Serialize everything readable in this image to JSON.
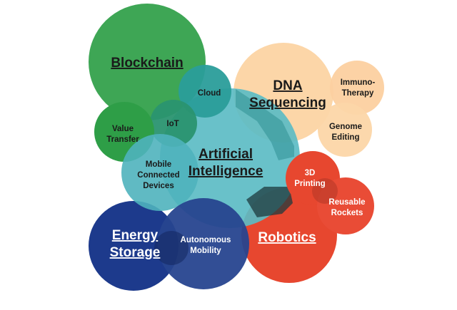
{
  "colors": {
    "blockchain": "#2e9e47",
    "dna": "#fcd6a8",
    "ai": "#4bb5bf",
    "robotics": "#e7472f",
    "energy": "#1d3a8c",
    "dark_teal": "#1f8a8c",
    "dark_overlap": "#1e4a52"
  },
  "labels": {
    "blockchain": "Blockchain",
    "dna_line1": "DNA",
    "dna_line2": "Sequencing",
    "ai_line1": "Artificial",
    "ai_line2": "Intelligence",
    "robotics": "Robotics",
    "energy_line1": "Energy",
    "energy_line2": "Storage",
    "cloud": "Cloud",
    "iot": "IoT",
    "value_line1": "Value",
    "value_line2": "Transfer",
    "mobile_line1": "Mobile",
    "mobile_line2": "Connected",
    "mobile_line3": "Devices",
    "immuno_line1": "Immuno-",
    "immuno_line2": "Therapy",
    "genome_line1": "Genome",
    "genome_line2": "Editing",
    "printing_line1": "3D",
    "printing_line2": "Printing",
    "rockets_line1": "Reusable",
    "rockets_line2": "Rockets",
    "auto_line1": "Autonomous",
    "auto_line2": "Mobility"
  }
}
